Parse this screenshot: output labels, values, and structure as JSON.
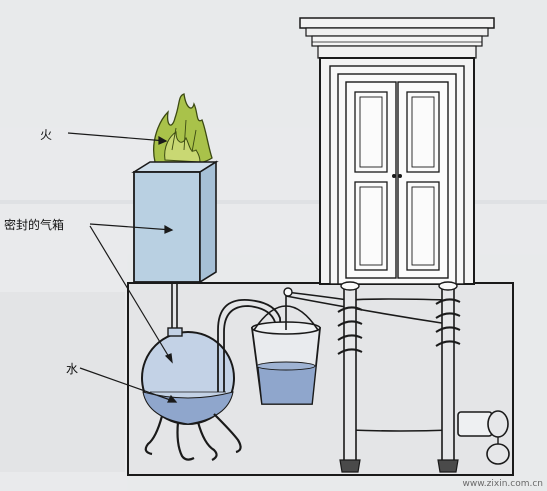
{
  "labels": {
    "fire": "火",
    "sealed_box": "密封的气箱",
    "water": "水"
  },
  "watermark": "www.zixin.com.cn",
  "colors": {
    "background": "#e9eaec",
    "ink": "#1a1a1a",
    "flame_green": "#a9c24a",
    "box_blue": "#b9d0e2",
    "water_blue": "#9fb3d3",
    "wall_gray": "#dcdddf"
  }
}
